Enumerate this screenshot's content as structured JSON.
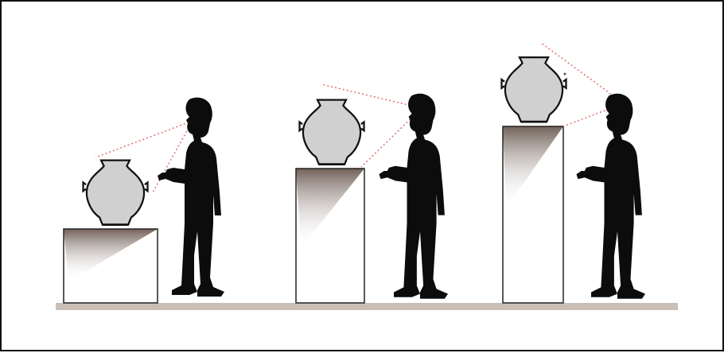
{
  "colors": {
    "frame": "#111111",
    "floor": "#c9bfb7",
    "vase_fill": "#d0d0d0",
    "vase_outline": "#111111",
    "pedestal_edge": "#222222",
    "pedestal_shadow": "#6a5950",
    "silhouette": "#0c0c0c",
    "sight_line": "#e07070"
  },
  "icons": {
    "vase": "vase-icon",
    "viewer": "person-silhouette-icon",
    "pedestal": "pedestal-icon"
  },
  "scenes": [
    {
      "name": "low-pedestal"
    },
    {
      "name": "medium-pedestal"
    },
    {
      "name": "high-pedestal"
    }
  ]
}
